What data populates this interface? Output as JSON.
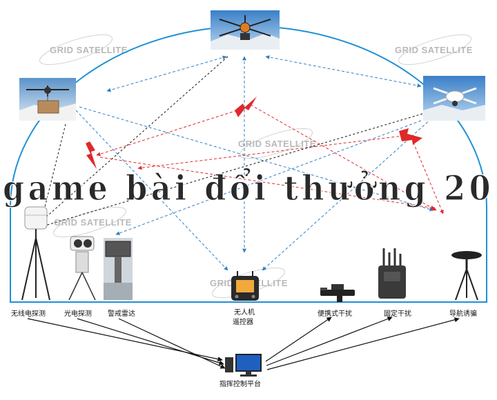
{
  "watermark": "GRID SATELLITE",
  "overlay_text": "game bài đổi thưởng 20",
  "labels": {
    "radio_detect": "无线电探测",
    "optical_detect": "光电探测",
    "radar": "警戒雷达",
    "remote_line1": "无人机",
    "remote_line2": "遥控器",
    "portable_jammer": "便携式干扰",
    "fixed_jammer": "固定干扰",
    "nav_spoof": "导航诱骗",
    "command_platform": "指挥控制平台"
  },
  "colors": {
    "dome": "#1e90d6",
    "blue_link": "#2f7fc4",
    "red_link": "#e0282a",
    "black_link": "#111111",
    "watermark": "#b9b9b9"
  }
}
